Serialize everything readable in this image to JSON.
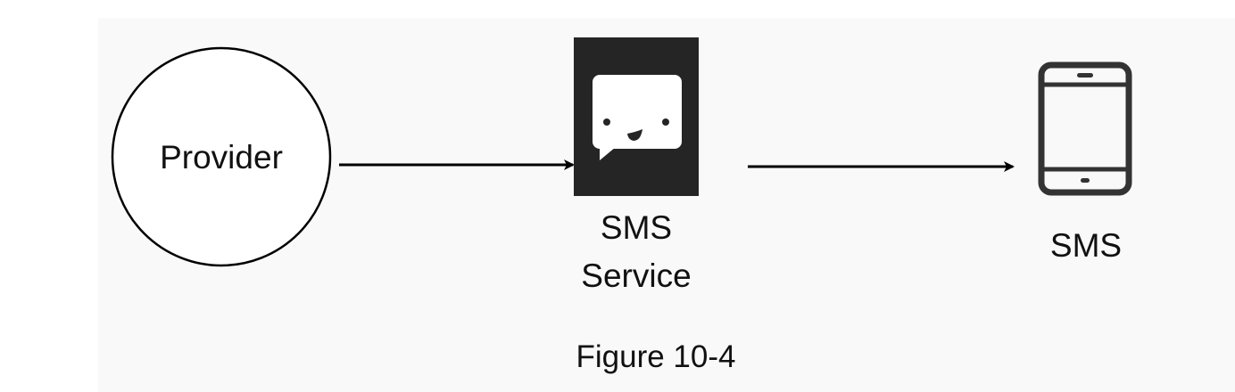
{
  "nodes": {
    "provider": {
      "label": "Provider"
    },
    "sms_service": {
      "label_line1": "SMS",
      "label_line2": "Service",
      "icon": "chat-bubble-icon"
    },
    "sms": {
      "label": "SMS",
      "icon": "smartphone-icon"
    }
  },
  "caption": "Figure 10-4",
  "colors": {
    "icon_bg": "#252525",
    "stroke": "#000000",
    "panel": "#f9f9f9"
  }
}
